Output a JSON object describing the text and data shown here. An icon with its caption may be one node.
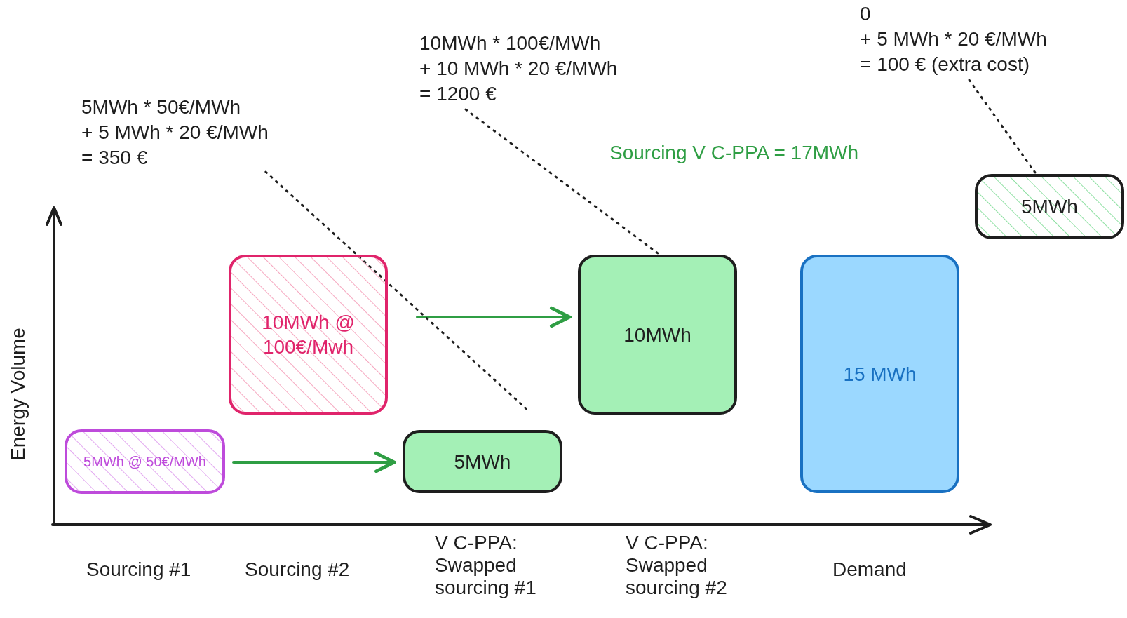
{
  "diagram": {
    "nodes": [
      {
        "text": [
          "5MWh @ 50€/MWh"
        ]
      },
      {
        "text": [
          "10MWh @ 100€/Mwh"
        ]
      },
      {
        "text": [
          "5MWh"
        ]
      },
      {
        "text": [
          "10MWh"
        ]
      },
      {
        "text": [
          "15 MWh"
        ]
      },
      {
        "text": [
          "5MWh"
        ]
      },
      {
        "text": [
          "5MWh * 50€/MWh",
          "+ 5 MWh * 20 €/MWh",
          "= 350 €"
        ]
      },
      {
        "text": [
          "10MWh * 100€/MWh",
          "+ 10 MWh * 20 €/MWh",
          "= 1200 €"
        ]
      },
      {
        "text": [
          "0",
          "+ 5 MWh * 20 €/MWh",
          "= 100 € (extra cost)"
        ]
      }
    ],
    "edges": [
      {
        "from": 0,
        "to": 2,
        "arrow": "to",
        "color": "#2f9e44"
      },
      {
        "from": 1,
        "to": 3,
        "arrow": "to",
        "color": "#2f9e44"
      },
      {
        "from": 6,
        "to": 2,
        "arrow": "none",
        "style": "dashed"
      },
      {
        "from": 7,
        "to": 3,
        "arrow": "none",
        "style": "dashed"
      },
      {
        "from": 8,
        "to": 5,
        "arrow": "none",
        "style": "dashed"
      }
    ],
    "labels": [
      "Sourcing V C-PPA = 17MWh",
      "Energy Volume",
      "Sourcing #1",
      "Sourcing #2",
      "V C-PPA: Swapped sourcing #1",
      "V C-PPA: Swapped sourcing #2",
      "Demand"
    ]
  }
}
